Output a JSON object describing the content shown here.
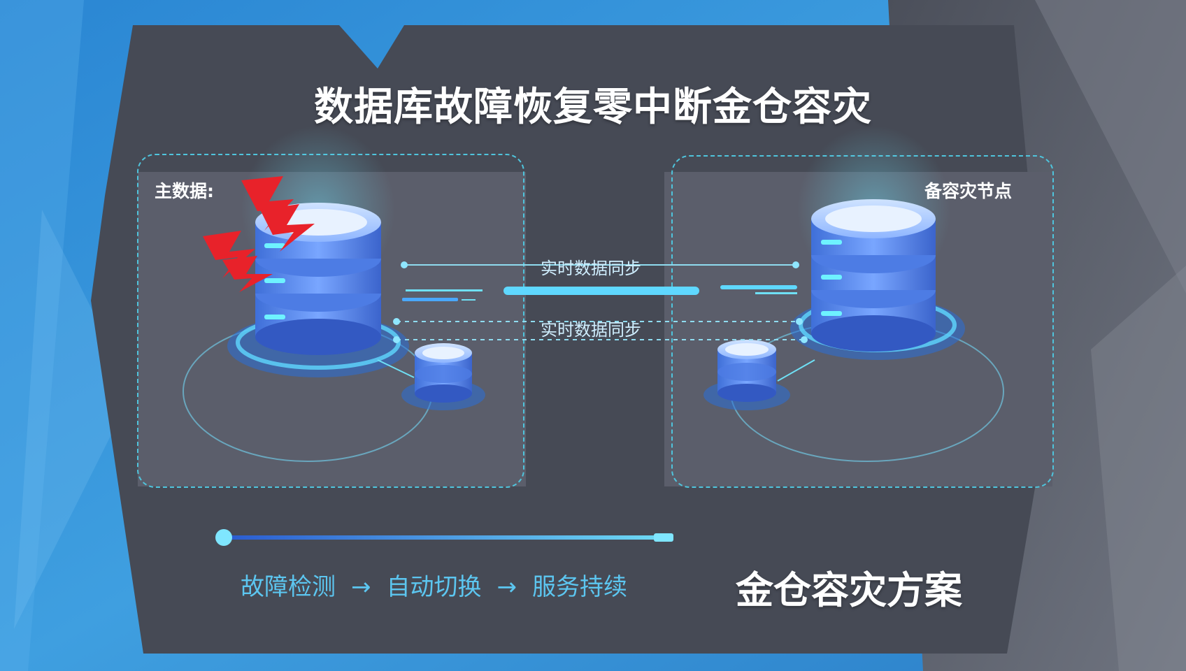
{
  "title": "数据库故障恢复零中断金仓容灾",
  "primary": {
    "label": "主数据:"
  },
  "backup": {
    "label": "备容灾节点"
  },
  "sync": {
    "top_label": "实时数据同步",
    "bottom_label": "实时数据同步"
  },
  "process": {
    "steps": [
      "故障检测",
      "自动切换",
      "服务持续"
    ],
    "arrow": "→"
  },
  "solution_label": "金仓容灾方案",
  "colors": {
    "accent": "#4fc4dc",
    "db_blue": "#5b8ef0",
    "alert_red": "#e8222a",
    "panel": "#5b5e6b",
    "frame": "#464a55",
    "bg_blue": "#2f8fd6"
  }
}
